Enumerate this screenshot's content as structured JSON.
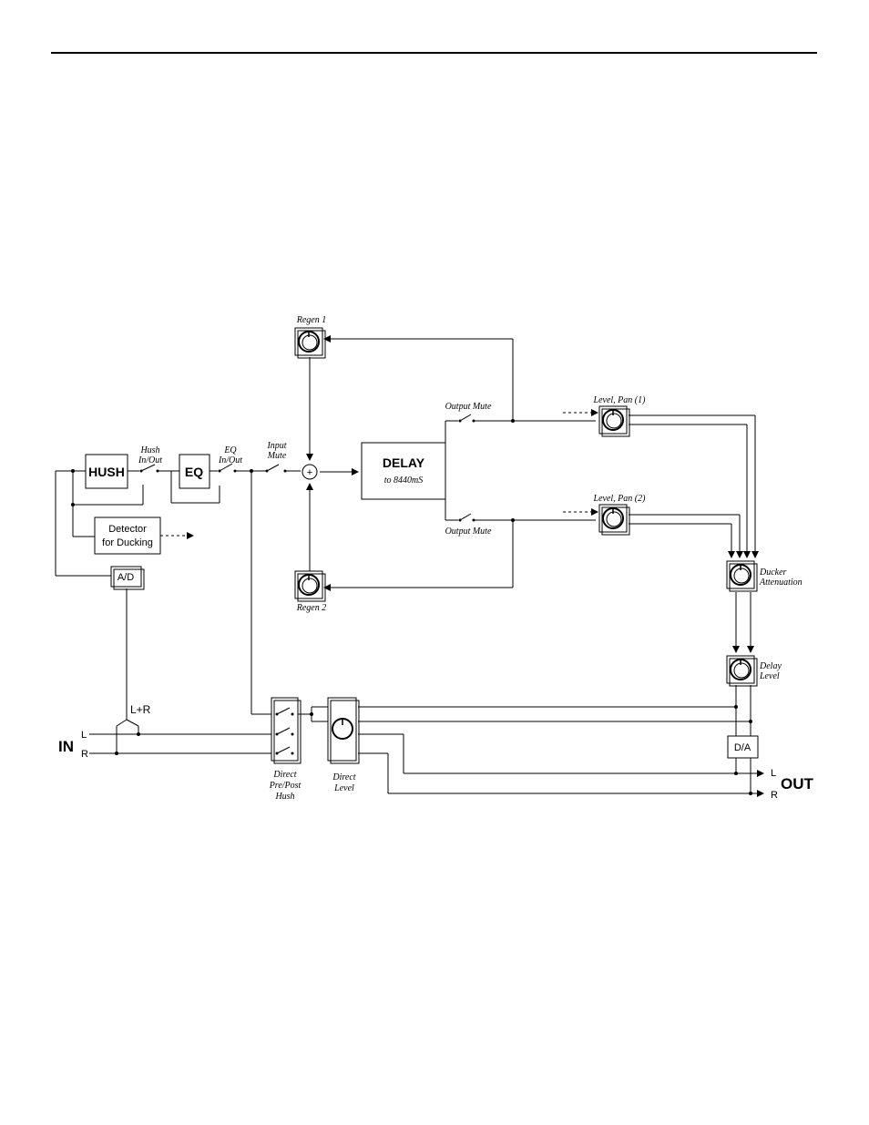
{
  "diagram": {
    "blocks": {
      "hush": "HUSH",
      "eq": "EQ",
      "delay_title": "DELAY",
      "delay_sub": "to 8440mS",
      "detector_line1": "Detector",
      "detector_line2": "for Ducking",
      "ad": "A/D",
      "da": "D/A"
    },
    "labels": {
      "regen1": "Regen 1",
      "regen2": "Regen 2",
      "hush_inout_1": "Hush",
      "hush_inout_2": "In/Out",
      "eq_inout_1": "EQ",
      "eq_inout_2": "In/Out",
      "input_mute_1": "Input",
      "input_mute_2": "Mute",
      "output_mute_top": "Output Mute",
      "output_mute_bottom": "Output Mute",
      "level_pan_1": "Level, Pan (1)",
      "level_pan_2": "Level, Pan (2)",
      "ducker_1": "Ducker",
      "ducker_2": "Attenuation",
      "delay_level_1": "Delay",
      "delay_level_2": "Level",
      "direct_prepost_1": "Direct",
      "direct_prepost_2": "Pre/Post",
      "direct_prepost_3": "Hush",
      "direct_level_1": "Direct",
      "direct_level_2": "Level",
      "in": "IN",
      "out": "OUT",
      "in_l": "L",
      "in_r": "R",
      "out_l": "L",
      "out_r": "R",
      "lr_sum": "L+R",
      "sum_symbol": "+"
    }
  }
}
